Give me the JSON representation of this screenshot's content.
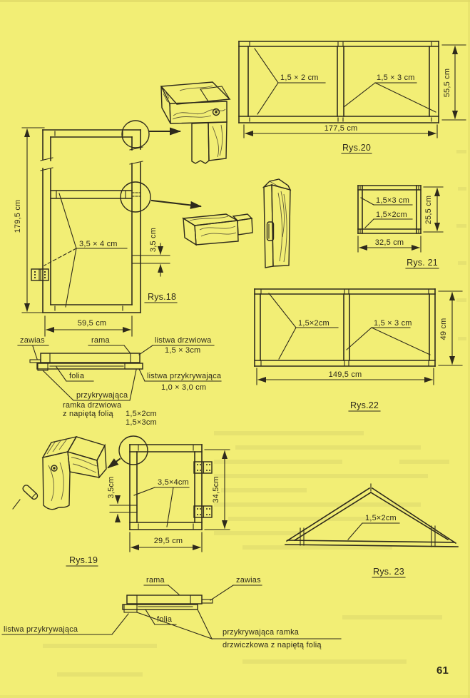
{
  "page": {
    "number": "61"
  },
  "colors": {
    "paper": "#f2ee75",
    "ink": "#2e2a1c"
  },
  "rys18": {
    "caption": "Rys.18",
    "height": "179,5 cm",
    "width": "59,5 cm",
    "section": "3,5 × 4 cm",
    "detail": "3,5 cm"
  },
  "rys19": {
    "caption": "Rys.19",
    "height": "34,5cm",
    "width": "29,5 cm",
    "section": "3,5×4cm",
    "detail": "3,5cm"
  },
  "rys20": {
    "caption": "Rys.20",
    "height": "55,5 cm",
    "width": "177,5 cm",
    "label_a": "1,5 × 2 cm",
    "label_b": "1,5 × 3 cm"
  },
  "rys21": {
    "caption": "Rys. 21",
    "height": "25,5 cm",
    "width": "32,5 cm",
    "label_a": "1,5×3 cm",
    "label_b": "1,5×2cm"
  },
  "rys22": {
    "caption": "Rys.22",
    "height": "49 cm",
    "width": "149,5 cm",
    "label_a": "1,5×2cm",
    "label_b": "1,5 × 3 cm"
  },
  "rys23": {
    "caption": "Rys. 23",
    "label_a": "1,5×2cm"
  },
  "door_section": {
    "zawias": "zawias",
    "rama": "rama",
    "listwa_drzwiowa": "listwa drzwiowa",
    "listwa_drzwiowa_dim": "1,5 × 3cm",
    "folia": "folia",
    "listwa_przykrywajaca": "listwa przykrywająca",
    "listwa_przykrywajaca_dim": "1,0 × 3,0 cm",
    "przykrywajaca": "przykrywająca",
    "ramka_1": "ramka drzwiowa",
    "ramka_2": "z napiętą folią",
    "dim_1": "1,5×2cm",
    "dim_2": "1,5×3cm"
  },
  "hatch_section": {
    "rama": "rama",
    "zawias": "zawias",
    "folia": "folia",
    "listwa_przykrywajaca": "listwa przykrywająca",
    "ramka_1": "przykrywająca ramka",
    "ramka_2": "drzwiczkowa z napiętą folią"
  }
}
